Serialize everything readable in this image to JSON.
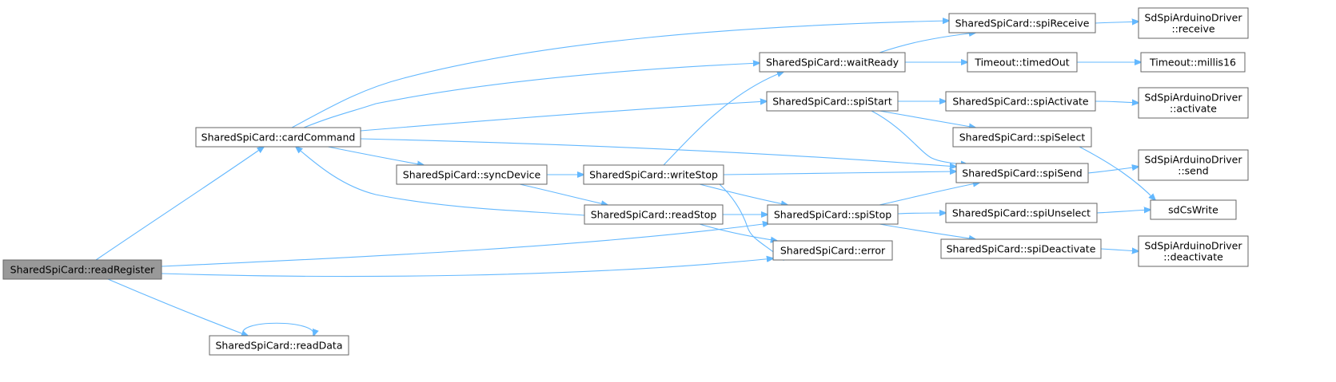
{
  "graph": {
    "colors": {
      "edge": "#63b8ff",
      "node_border": "#666666",
      "root_fill": "#999999",
      "node_fill": "#ffffff"
    },
    "nodes": [
      {
        "id": "readRegister",
        "lines": [
          "SharedSpiCard::readRegister"
        ],
        "root": true
      },
      {
        "id": "cardCommand",
        "lines": [
          "SharedSpiCard::cardCommand"
        ]
      },
      {
        "id": "readData",
        "lines": [
          "SharedSpiCard::readData"
        ]
      },
      {
        "id": "syncDevice",
        "lines": [
          "SharedSpiCard::syncDevice"
        ]
      },
      {
        "id": "writeStop",
        "lines": [
          "SharedSpiCard::writeStop"
        ]
      },
      {
        "id": "readStop",
        "lines": [
          "SharedSpiCard::readStop"
        ]
      },
      {
        "id": "waitReady",
        "lines": [
          "SharedSpiCard::waitReady"
        ]
      },
      {
        "id": "spiStart",
        "lines": [
          "SharedSpiCard::spiStart"
        ]
      },
      {
        "id": "spiStop",
        "lines": [
          "SharedSpiCard::spiStop"
        ]
      },
      {
        "id": "error",
        "lines": [
          "SharedSpiCard::error"
        ]
      },
      {
        "id": "spiReceive",
        "lines": [
          "SharedSpiCard::spiReceive"
        ]
      },
      {
        "id": "timedOut",
        "lines": [
          "Timeout::timedOut"
        ]
      },
      {
        "id": "spiActivate",
        "lines": [
          "SharedSpiCard::spiActivate"
        ]
      },
      {
        "id": "spiSelect",
        "lines": [
          "SharedSpiCard::spiSelect"
        ]
      },
      {
        "id": "spiSend",
        "lines": [
          "SharedSpiCard::spiSend"
        ]
      },
      {
        "id": "spiUnselect",
        "lines": [
          "SharedSpiCard::spiUnselect"
        ]
      },
      {
        "id": "spiDeactivate",
        "lines": [
          "SharedSpiCard::spiDeactivate"
        ]
      },
      {
        "id": "receive",
        "lines": [
          "SdSpiArduinoDriver",
          "::receive"
        ]
      },
      {
        "id": "millis16",
        "lines": [
          "Timeout::millis16"
        ]
      },
      {
        "id": "activate",
        "lines": [
          "SdSpiArduinoDriver",
          "::activate"
        ]
      },
      {
        "id": "send",
        "lines": [
          "SdSpiArduinoDriver",
          "::send"
        ]
      },
      {
        "id": "sdCsWrite",
        "lines": [
          "sdCsWrite"
        ]
      },
      {
        "id": "deactivate",
        "lines": [
          "SdSpiArduinoDriver",
          "::deactivate"
        ]
      }
    ],
    "edges": [
      {
        "from": "readRegister",
        "to": "cardCommand"
      },
      {
        "from": "readRegister",
        "to": "spiStop"
      },
      {
        "from": "readRegister",
        "to": "error"
      },
      {
        "from": "readRegister",
        "to": "readData"
      },
      {
        "from": "readData",
        "to": "readData"
      },
      {
        "from": "cardCommand",
        "to": "spiReceive"
      },
      {
        "from": "cardCommand",
        "to": "waitReady"
      },
      {
        "from": "cardCommand",
        "to": "spiStart"
      },
      {
        "from": "cardCommand",
        "to": "spiSend"
      },
      {
        "from": "cardCommand",
        "to": "syncDevice"
      },
      {
        "from": "syncDevice",
        "to": "writeStop"
      },
      {
        "from": "syncDevice",
        "to": "readStop"
      },
      {
        "from": "writeStop",
        "to": "waitReady"
      },
      {
        "from": "writeStop",
        "to": "spiSend"
      },
      {
        "from": "writeStop",
        "to": "spiStop"
      },
      {
        "from": "writeStop",
        "to": "error"
      },
      {
        "from": "readStop",
        "to": "cardCommand"
      },
      {
        "from": "readStop",
        "to": "spiStop"
      },
      {
        "from": "readStop",
        "to": "error"
      },
      {
        "from": "waitReady",
        "to": "spiReceive"
      },
      {
        "from": "waitReady",
        "to": "timedOut"
      },
      {
        "from": "spiStart",
        "to": "spiActivate"
      },
      {
        "from": "spiStart",
        "to": "spiSelect"
      },
      {
        "from": "spiStart",
        "to": "spiSend"
      },
      {
        "from": "spiStop",
        "to": "spiSend"
      },
      {
        "from": "spiStop",
        "to": "spiUnselect"
      },
      {
        "from": "spiStop",
        "to": "spiDeactivate"
      },
      {
        "from": "spiReceive",
        "to": "receive"
      },
      {
        "from": "timedOut",
        "to": "millis16"
      },
      {
        "from": "spiActivate",
        "to": "activate"
      },
      {
        "from": "spiSend",
        "to": "send"
      },
      {
        "from": "spiSelect",
        "to": "sdCsWrite"
      },
      {
        "from": "spiUnselect",
        "to": "sdCsWrite"
      },
      {
        "from": "spiDeactivate",
        "to": "deactivate"
      }
    ]
  }
}
